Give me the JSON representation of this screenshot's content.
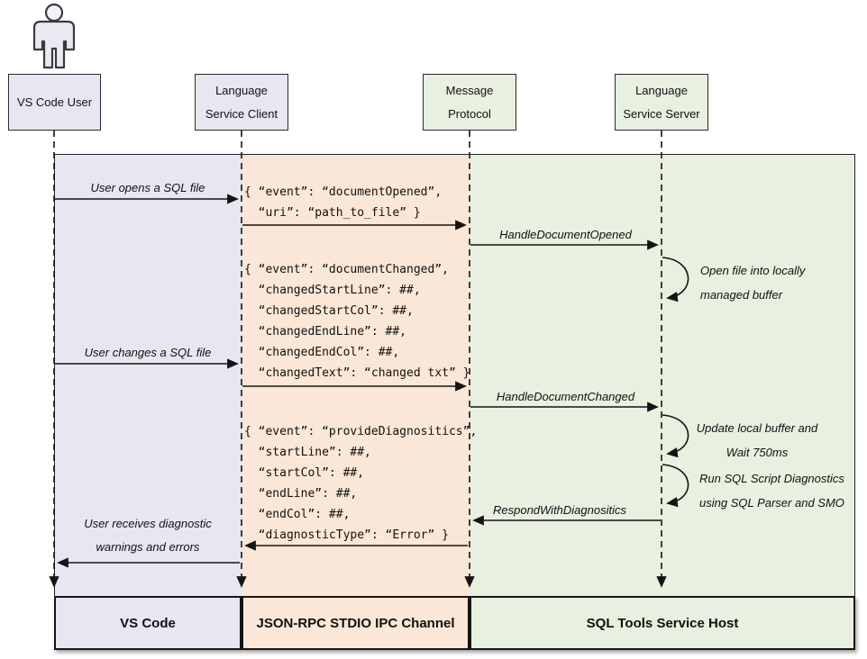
{
  "actors": {
    "user": "VS Code User",
    "client": "Language\nService Client",
    "protocol": "Message\nProtocol",
    "server": "Language\nService Server"
  },
  "labels": {
    "open_file": "User opens a SQL file",
    "change_file": "User changes a SQL file",
    "receive": "User receives diagnostic\nwarnings and errors",
    "handle_opened": "HandleDocumentOpened",
    "handle_changed": "HandleDocumentChanged",
    "respond": "RespondWithDiagnositics"
  },
  "notes": {
    "open_buffer": "Open file into locally\nmanaged buffer",
    "update_buffer": "Update local buffer and\nWait 750ms",
    "run_diag": "Run SQL Script Diagnostics\nusing SQL Parser and SMO"
  },
  "payloads": {
    "doc_opened": "{ “event”: “documentOpened”,\n  “uri”: “path_to_file” }",
    "doc_changed": "{ “event”: “documentChanged”,\n  “changedStartLine”: ##,\n  “changedStartCol”: ##,\n  “changedEndLine”: ##,\n  “changedEndCol”: ##,\n  “changedText”: “changed txt” }",
    "provide_diag": "{ “event”: “provideDiagnositics”,\n  “startLine”: ##,\n  “startCol”: ##,\n  “endLine”: ##,\n  “endCol”: ##,\n  “diagnosticType”: “Error” }"
  },
  "footers": {
    "vscode": "VS Code",
    "channel": "JSON-RPC STDIO IPC Channel",
    "host": "SQL Tools Service Host"
  },
  "colors": {
    "lavender": "#e7e7f1",
    "peach": "#fbe7d7",
    "green": "#e8f0e0",
    "border": "#222222"
  }
}
